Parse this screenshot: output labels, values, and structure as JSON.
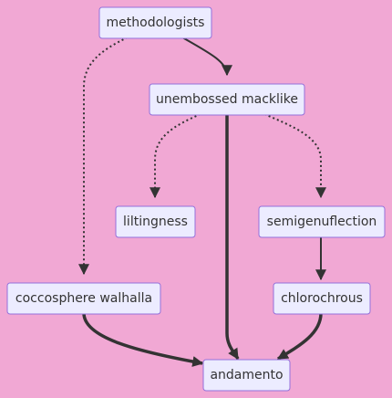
{
  "diagram": {
    "type": "flowchart",
    "nodes": {
      "n_methodologists": "methodologists",
      "n_unembossed": "unembossed macklike",
      "n_liltingness": "liltingness",
      "n_semigenuflection": "semigenuflection",
      "n_coccosphere": "coccosphere walhalla",
      "n_chlorochrous": "chlorochrous",
      "n_andamento": "andamento"
    },
    "edges": [
      {
        "from": "methodologists",
        "to": "unembossed macklike",
        "style": "solid"
      },
      {
        "from": "methodologists",
        "to": "coccosphere walhalla",
        "style": "dotted"
      },
      {
        "from": "unembossed macklike",
        "to": "liltingness",
        "style": "dotted"
      },
      {
        "from": "unembossed macklike",
        "to": "semigenuflection",
        "style": "dotted"
      },
      {
        "from": "unembossed macklike",
        "to": "andamento",
        "style": "thick"
      },
      {
        "from": "semigenuflection",
        "to": "chlorochrous",
        "style": "solid"
      },
      {
        "from": "coccosphere walhalla",
        "to": "andamento",
        "style": "thick"
      },
      {
        "from": "chlorochrous",
        "to": "andamento",
        "style": "thick"
      }
    ],
    "colors": {
      "background": "#f1a8d4",
      "node_fill": "#ececff",
      "node_border": "#9370db",
      "edge": "#333333",
      "text": "#333333"
    }
  }
}
